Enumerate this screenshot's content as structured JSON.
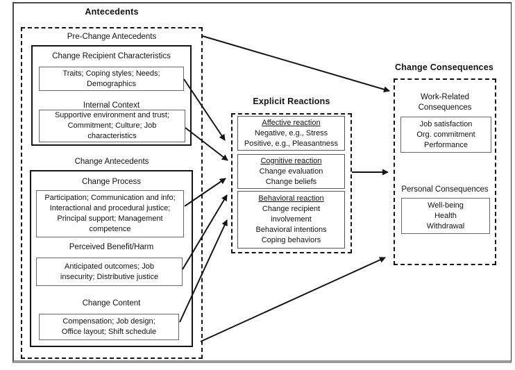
{
  "antecedents": {
    "title": "Antecedents",
    "pre_change_label": "Pre-Change Antecedents",
    "crc": {
      "heading": "Change Recipient Characteristics",
      "body": "Traits; Coping styles; Needs;\nDemographics"
    },
    "internal_context": {
      "heading": "Internal Context",
      "body": "Supportive environment and trust;\nCommitment; Culture; Job\ncharacteristics"
    },
    "change_label": "Change Antecedents",
    "change_process": {
      "heading": "Change Process",
      "body": "Participation; Communication and info;\nInteractional and procedural justice;\nPrincipal support; Management\ncompetence"
    },
    "benefit_harm": {
      "heading": "Perceived Benefit/Harm",
      "body": "Anticipated outcomes; Job\ninsecurity; Distributive justice"
    },
    "change_content": {
      "heading": "Change Content",
      "body": "Compensation; Job design;\nOffice layout; Shift schedule"
    }
  },
  "explicit_reactions": {
    "title": "Explicit Reactions",
    "affective": {
      "heading": "Affective reaction",
      "body": "Negative, e.g., Stress\nPositive, e.g., Pleasantness"
    },
    "cognitive": {
      "heading": "Cognitive reaction",
      "body": "Change evaluation\nChange beliefs"
    },
    "behavioral": {
      "heading": "Behavioral reaction",
      "body": "Change recipient\ninvolvement\nBehavioral intentions\nCoping behaviors"
    }
  },
  "change_consequences": {
    "title": "Change Consequences",
    "work_related": {
      "heading": "Work-Related\nConsequences",
      "body": "Job satisfaction\nOrg. commitment\nPerformance"
    },
    "personal": {
      "heading": "Personal Consequences",
      "body": "Well-being\nHealth\nWithdrawal"
    }
  },
  "colors": {
    "line": "#141414",
    "box_border": "#666666",
    "background": "#ffffff"
  }
}
